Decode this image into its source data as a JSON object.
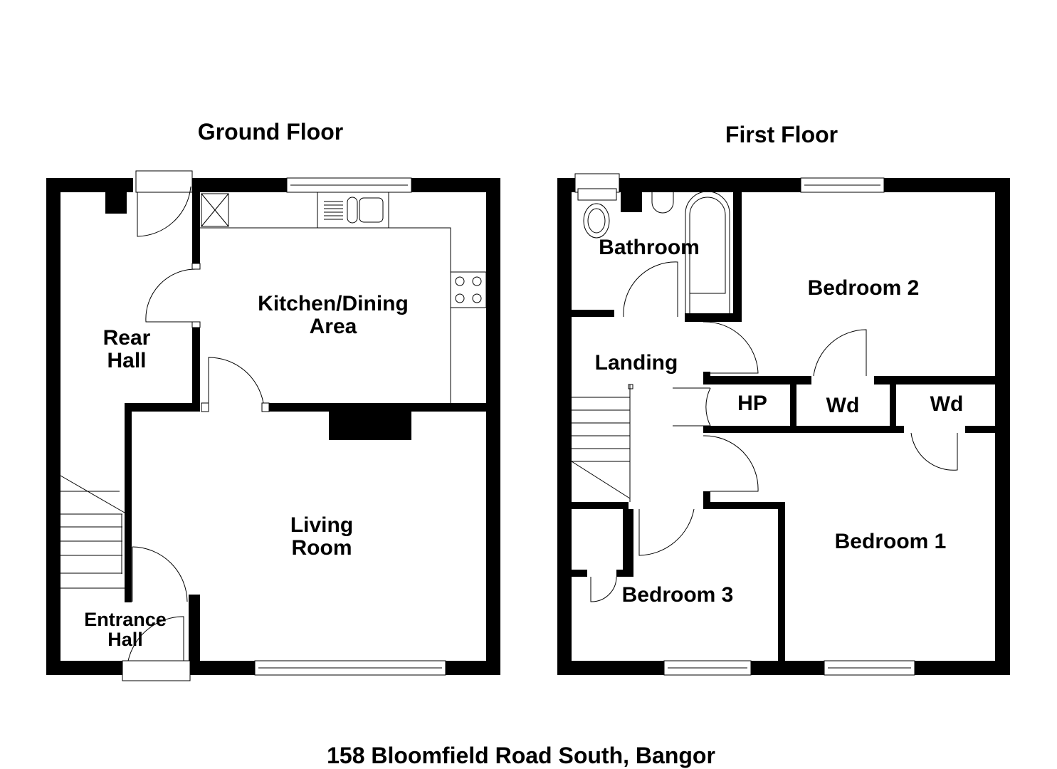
{
  "floors": {
    "ground": {
      "title": "Ground Floor",
      "rooms": {
        "rear_hall": [
          "Rear",
          "Hall"
        ],
        "kitchen": [
          "Kitchen/Dining",
          "Area"
        ],
        "living": [
          "Living",
          "Room"
        ],
        "entrance": [
          "Entrance",
          "Hall"
        ]
      }
    },
    "first": {
      "title": "First Floor",
      "rooms": {
        "bathroom": "Bathroom",
        "bedroom2": "Bedroom 2",
        "landing": "Landing",
        "hp": "HP",
        "wd1": "Wd",
        "wd2": "Wd",
        "bedroom1": "Bedroom 1",
        "bedroom3": "Bedroom 3"
      }
    }
  },
  "address": "158 Bloomfield Road South, Bangor"
}
